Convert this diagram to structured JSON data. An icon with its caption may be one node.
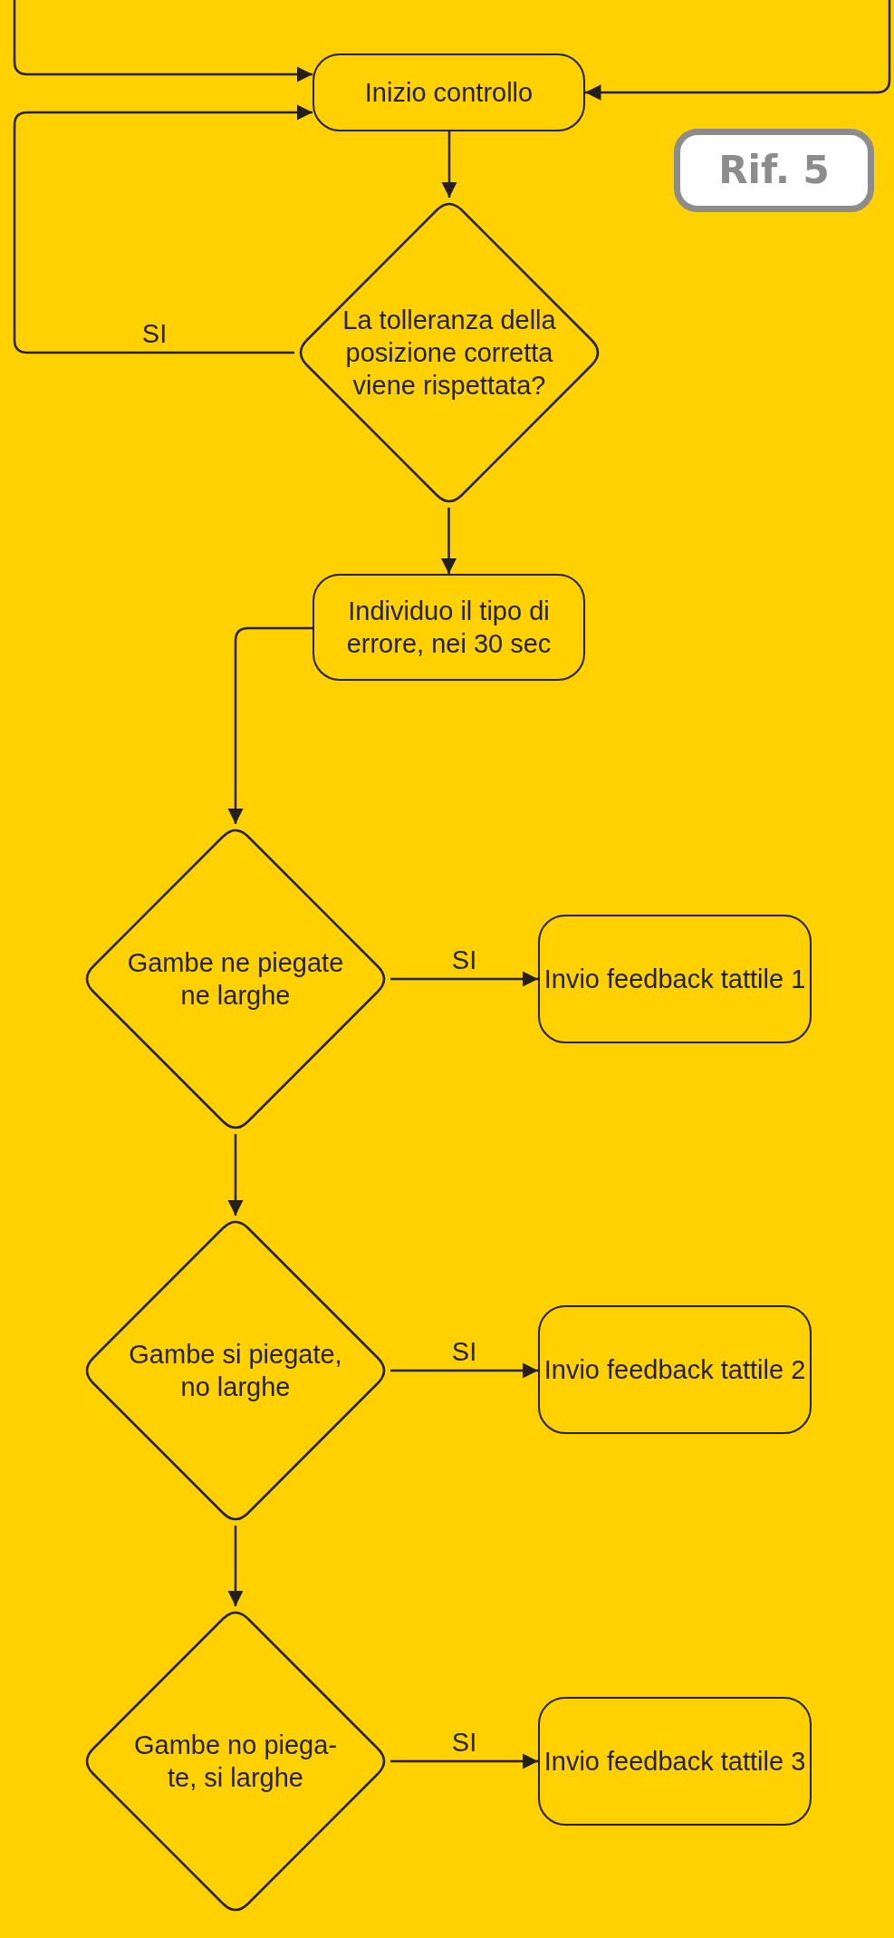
{
  "diagram": {
    "nodes": [
      {
        "text": [
          "Inizio controllo"
        ]
      },
      {
        "text": [
          "Rif. 5"
        ]
      },
      {
        "text": [
          "La tolleranza della posizione corretta viene rispettata?"
        ]
      },
      {
        "text": [
          "Individuo il tipo di errore, nei 30 sec"
        ]
      },
      {
        "text": [
          "Gambe ne piegate ne larghe"
        ]
      },
      {
        "text": [
          "Invio feedback tattile 1"
        ]
      },
      {
        "text": [
          "Gambe si piegate, no larghe"
        ]
      },
      {
        "text": [
          "Invio feedback tattile 2"
        ]
      },
      {
        "text": [
          "Gambe no piega- te, si larghe"
        ]
      },
      {
        "text": [
          "Invio feedback tattile 3"
        ]
      }
    ],
    "edges": [
      {
        "from": null,
        "to": 0,
        "arrow": "to"
      },
      {
        "from": null,
        "to": 0,
        "arrow": "to"
      },
      {
        "from": 0,
        "to": 2,
        "arrow": "to"
      },
      {
        "from": 2,
        "to": 0,
        "arrow": "to",
        "label": "SI"
      },
      {
        "from": 2,
        "to": 3,
        "arrow": "to"
      },
      {
        "from": 3,
        "to": 4,
        "arrow": "to"
      },
      {
        "from": 4,
        "to": 5,
        "arrow": "to",
        "label": "SI"
      },
      {
        "from": 4,
        "to": 6,
        "arrow": "to"
      },
      {
        "from": 6,
        "to": 7,
        "arrow": "to",
        "label": "SI"
      },
      {
        "from": 6,
        "to": 8,
        "arrow": "to"
      },
      {
        "from": 8,
        "to": 9,
        "arrow": "to",
        "label": "SI"
      }
    ]
  }
}
